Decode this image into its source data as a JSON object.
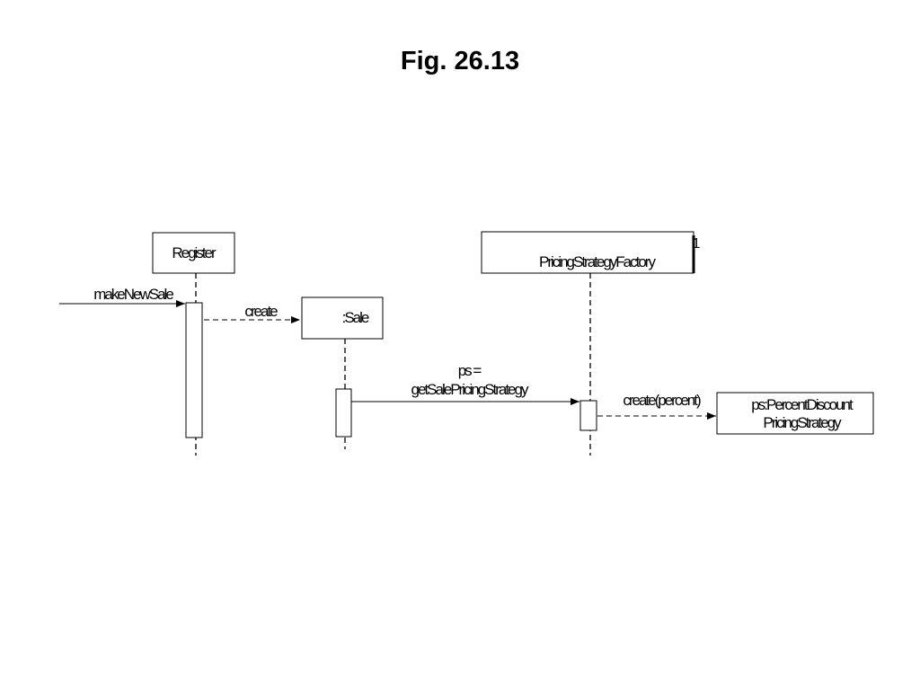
{
  "title": "Fig. 26.13",
  "participants": {
    "register": "Register",
    "sale": ":Sale",
    "factory": "PricingStrategyFactory",
    "factory_multiplicity": "1",
    "strategy_line1": "ps:PercentDiscount",
    "strategy_line2": "PricingStrategy"
  },
  "messages": {
    "make_new_sale": "makeNewSale",
    "create": "create",
    "ps_assign": "ps =",
    "get_strategy": "getSalePricingStrategy",
    "create_percent": "create(percent)"
  }
}
